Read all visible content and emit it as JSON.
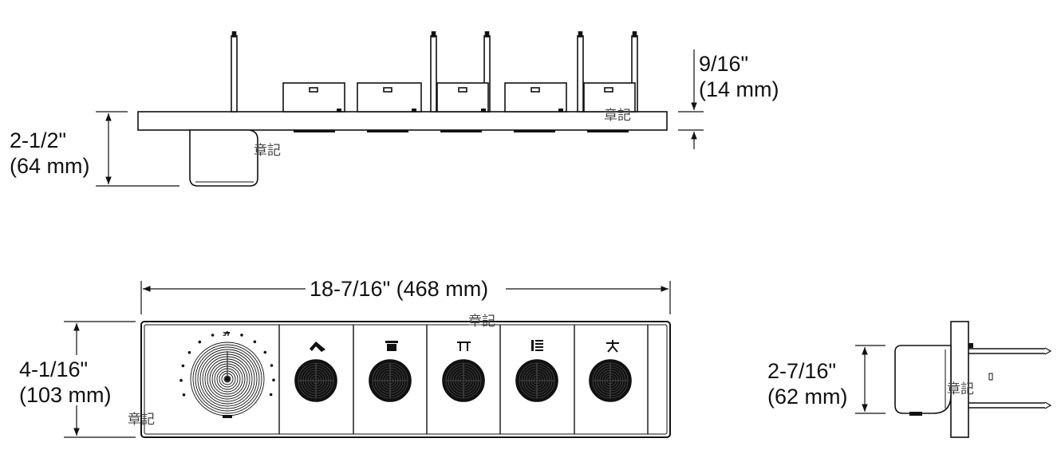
{
  "dimensions": {
    "top_height": {
      "imperial": "2-1/2\"",
      "metric": "(64 mm)"
    },
    "top_thickness": {
      "imperial": "9/16\"",
      "metric": "(14 mm)"
    },
    "front_width": "18-7/16\" (468 mm)",
    "front_height": {
      "imperial": "4-1/16\"",
      "metric": "(103 mm)"
    },
    "side_depth": {
      "imperial": "2-7/16\"",
      "metric": "(62 mm)"
    }
  },
  "dial": {
    "mark": "37"
  },
  "watermark": "章記",
  "icons": [
    "tub-spout-icon",
    "rain-showerhead-icon",
    "dual-showerhead-icon",
    "body-spray-icon",
    "handshower-icon"
  ]
}
